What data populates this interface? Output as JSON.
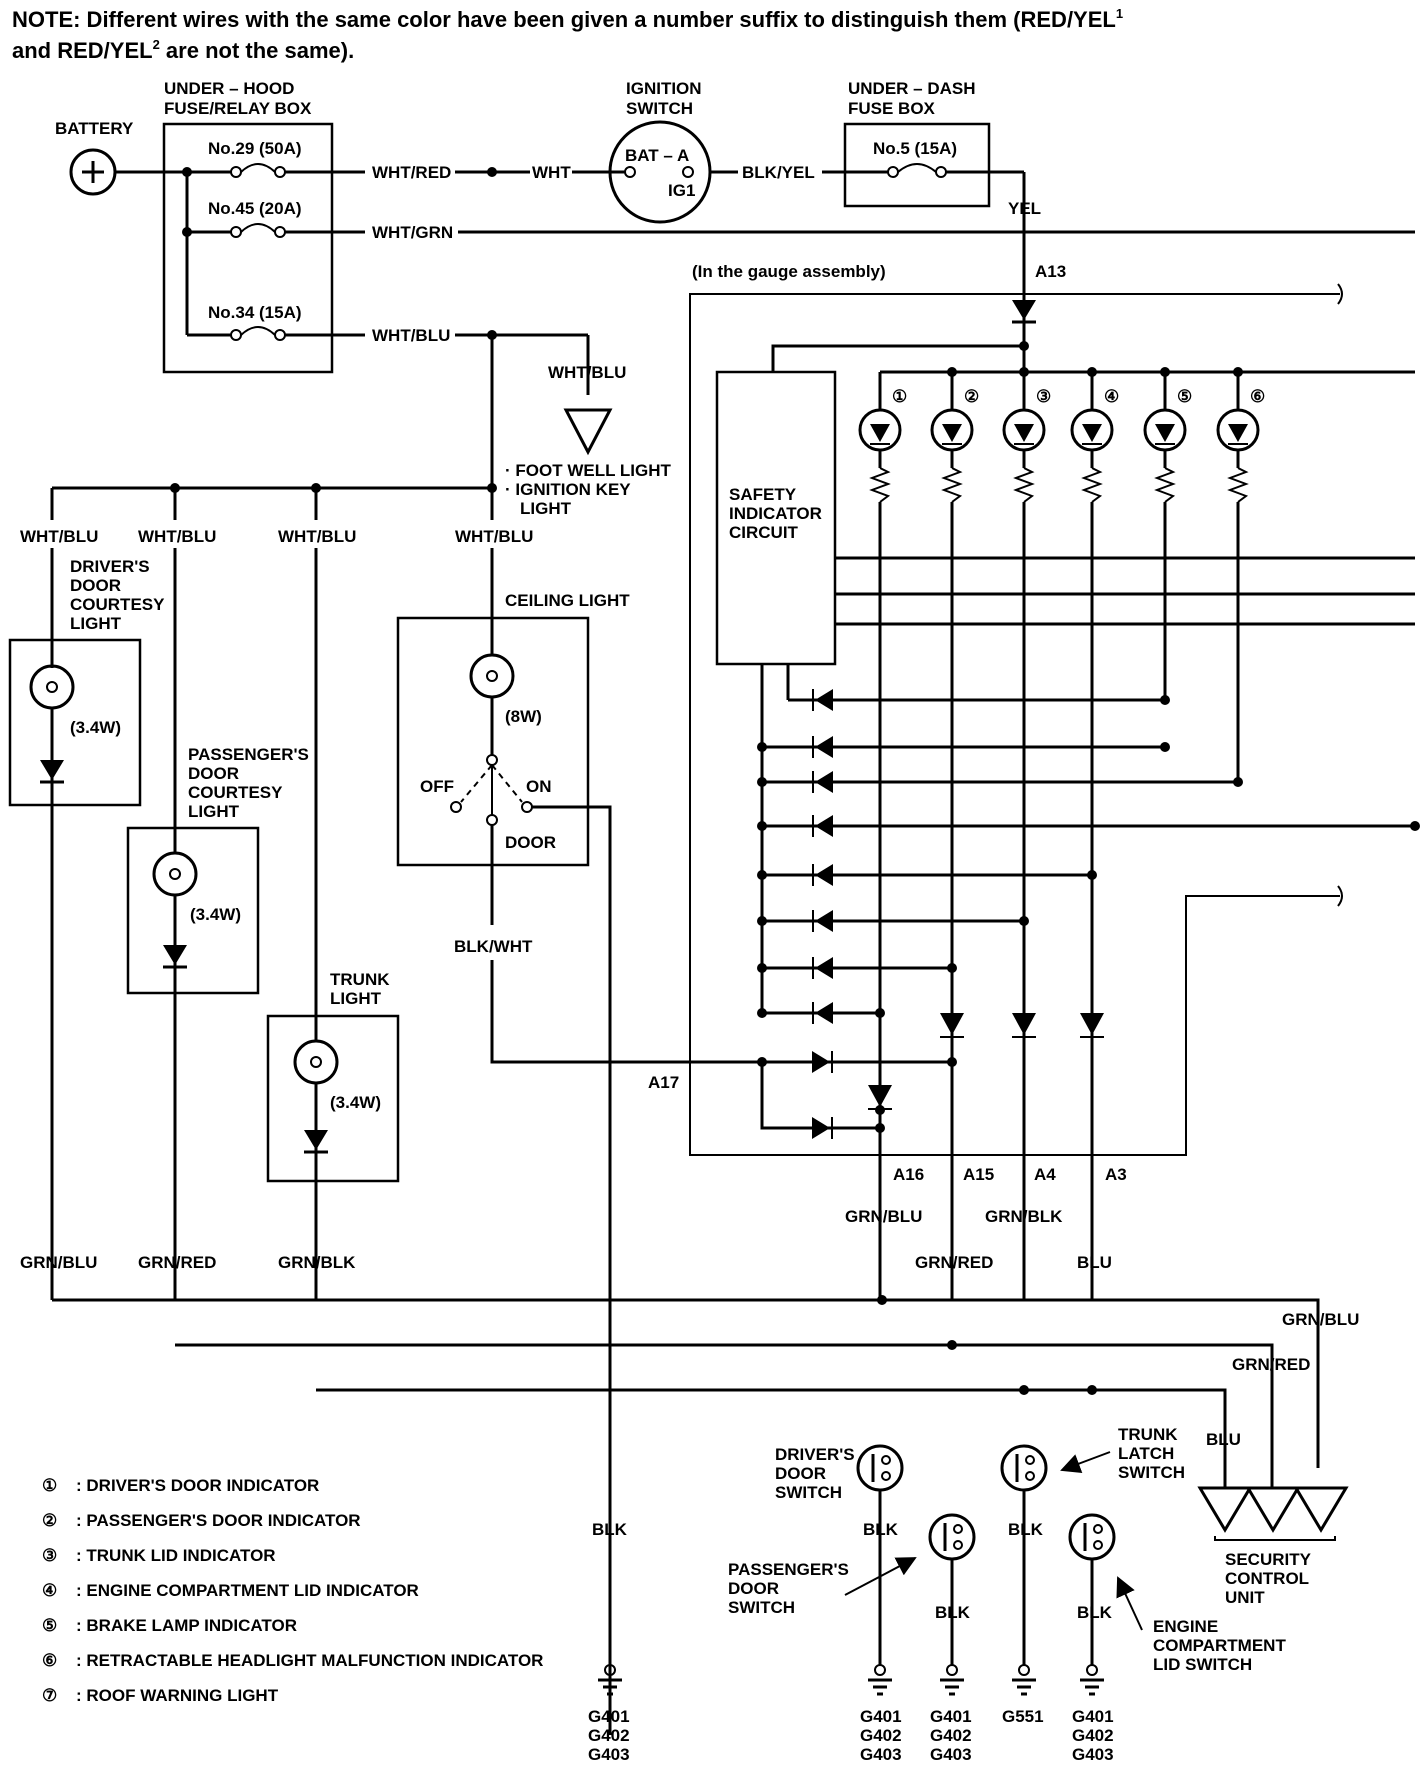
{
  "note": {
    "line1": "NOTE:  Different wires with the same color have been given a number suffix to distinguish them (RED/YEL",
    "sup1": "1",
    "line2a": "and RED/YEL",
    "sup2": "2",
    "line2b": " are not the same)."
  },
  "power": {
    "battery": "BATTERY",
    "underhood_1": "UNDER – HOOD",
    "underhood_2": "FUSE/RELAY BOX",
    "fuse29": "No.29 (50A)",
    "fuse45": "No.45 (20A)",
    "fuse34": "No.34 (15A)",
    "ignition_1": "IGNITION",
    "ignition_2": "SWITCH",
    "bat_a": "BAT – A",
    "ig1": "IG1",
    "underdash_1": "UNDER – DASH",
    "underdash_2": "FUSE BOX",
    "fuse5": "No.5 (15A)"
  },
  "wires": {
    "wht_red": "WHT/RED",
    "wht": "WHT",
    "blk_yel": "BLK/YEL",
    "yel": "YEL",
    "wht_grn": "WHT/GRN",
    "wht_blu": "WHT/BLU",
    "blk_wht": "BLK/WHT",
    "grn_blu": "GRN/BLU",
    "grn_red": "GRN/RED",
    "grn_blk": "GRN/BLK",
    "blu": "BLU",
    "blk": "BLK"
  },
  "gauge": {
    "label": "(In the gauge assembly)",
    "safety_1": "SAFETY",
    "safety_2": "INDICATOR",
    "safety_3": "CIRCUIT",
    "a13": "A13",
    "a17": "A17",
    "a16": "A16",
    "a15": "A15",
    "a4": "A4",
    "a3": "A3",
    "ind_nums": [
      "①",
      "②",
      "③",
      "④",
      "⑤",
      "⑥"
    ]
  },
  "lights": {
    "foot_1": "· FOOT WELL LIGHT",
    "foot_2": "· IGNITION KEY",
    "foot_3": "LIGHT",
    "driver_1": "DRIVER'S",
    "driver_2": "DOOR",
    "driver_3": "COURTESY",
    "driver_4": "LIGHT",
    "passenger_1": "PASSENGER'S",
    "passenger_2": "DOOR",
    "passenger_3": "COURTESY",
    "passenger_4": "LIGHT",
    "trunk_1": "TRUNK",
    "trunk_2": "LIGHT",
    "ceiling": "CEILING LIGHT",
    "w34": "(3.4W)",
    "w8": "(8W)",
    "off": "OFF",
    "on": "ON",
    "door": "DOOR"
  },
  "switches": {
    "driver_sw_1": "DRIVER'S",
    "driver_sw_2": "DOOR",
    "driver_sw_3": "SWITCH",
    "pass_sw_1": "PASSENGER'S",
    "pass_sw_2": "DOOR",
    "pass_sw_3": "SWITCH",
    "trunk_sw_1": "TRUNK",
    "trunk_sw_2": "LATCH",
    "trunk_sw_3": "SWITCH",
    "engine_sw_1": "ENGINE",
    "engine_sw_2": "COMPARTMENT",
    "engine_sw_3": "LID SWITCH",
    "security_1": "SECURITY",
    "security_2": "CONTROL",
    "security_3": "UNIT"
  },
  "grounds": {
    "g401": "G401",
    "g402": "G402",
    "g403": "G403",
    "g551": "G551"
  },
  "legend": [
    {
      "num": "①",
      "text": ": DRIVER'S DOOR INDICATOR"
    },
    {
      "num": "②",
      "text": ": PASSENGER'S DOOR INDICATOR"
    },
    {
      "num": "③",
      "text": ": TRUNK LID INDICATOR"
    },
    {
      "num": "④",
      "text": ": ENGINE COMPARTMENT LID INDICATOR"
    },
    {
      "num": "⑤",
      "text": ": BRAKE LAMP INDICATOR"
    },
    {
      "num": "⑥",
      "text": ": RETRACTABLE HEADLIGHT MALFUNCTION INDICATOR"
    },
    {
      "num": "⑦",
      "text": ": ROOF WARNING LIGHT"
    }
  ]
}
